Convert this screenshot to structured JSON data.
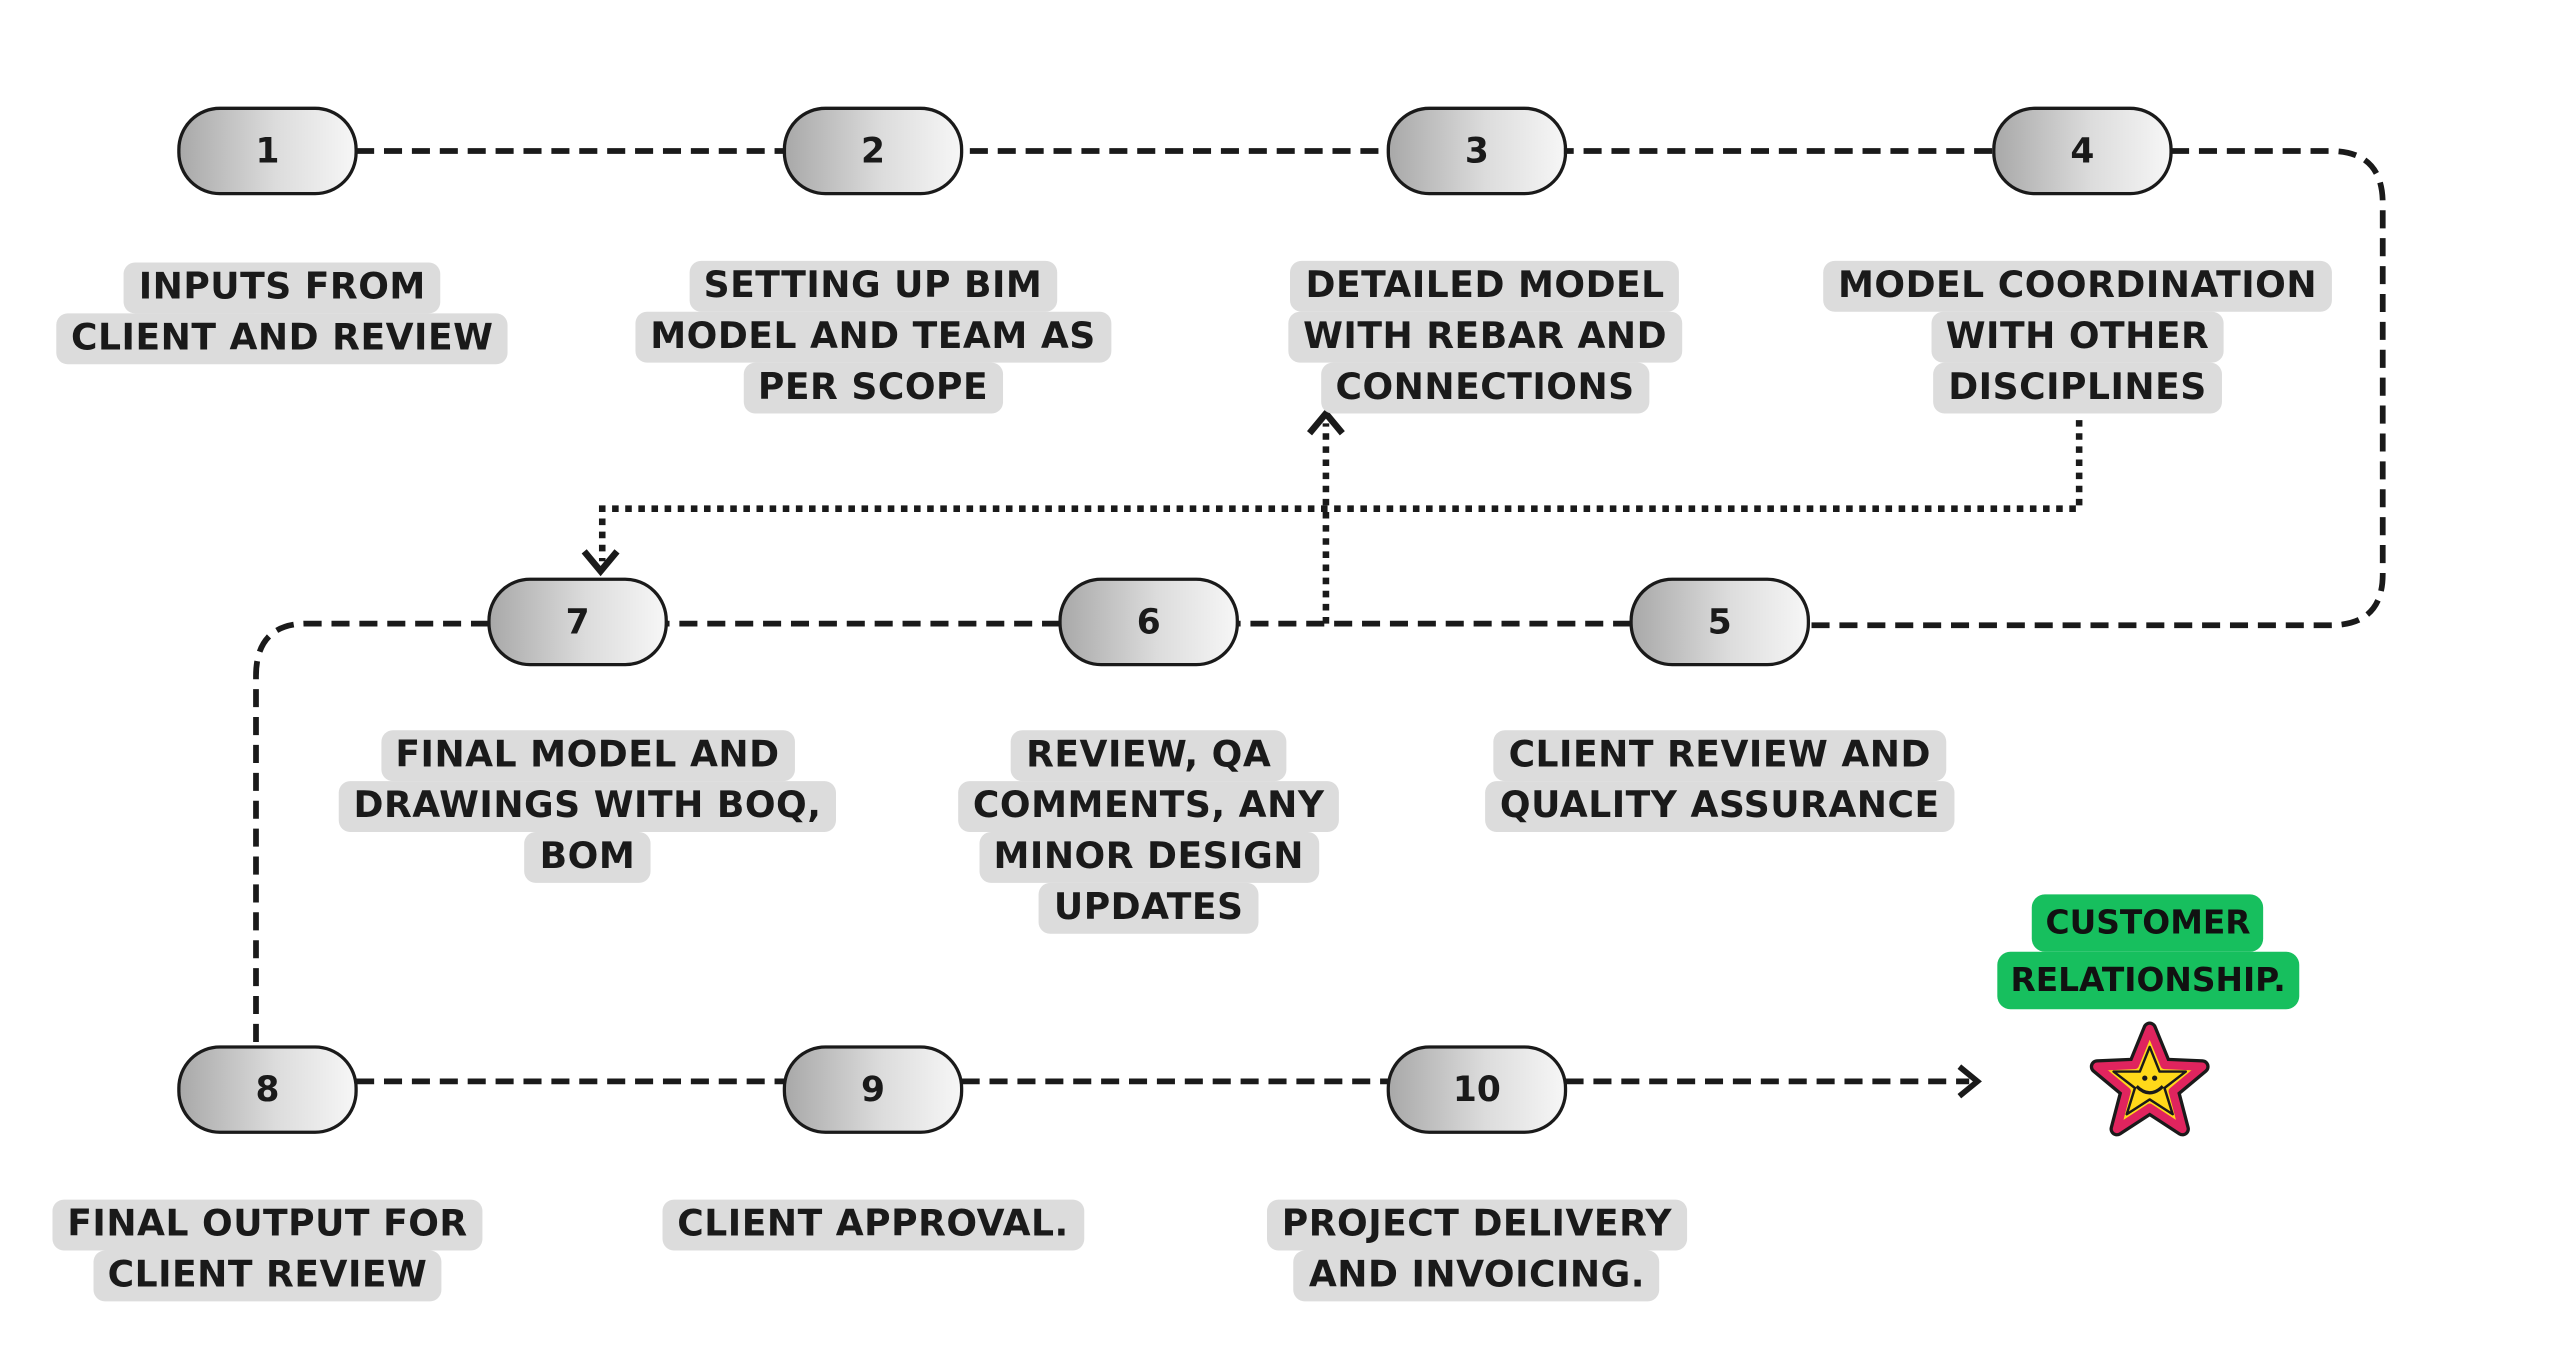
{
  "steps": [
    {
      "number": "1",
      "lines": [
        "INPUTS FROM",
        "CLIENT AND REVIEW"
      ]
    },
    {
      "number": "2",
      "lines": [
        "SETTING UP BIM",
        "MODEL AND TEAM AS",
        "PER SCOPE"
      ]
    },
    {
      "number": "3",
      "lines": [
        "DETAILED MODEL",
        "WITH REBAR AND",
        "CONNECTIONS"
      ]
    },
    {
      "number": "4",
      "lines": [
        "MODEL COORDINATION",
        "WITH OTHER",
        "DISCIPLINES"
      ]
    },
    {
      "number": "5",
      "lines": [
        "CLIENT REVIEW AND",
        "QUALITY ASSURANCE"
      ]
    },
    {
      "number": "6",
      "lines": [
        "REVIEW, QA",
        "COMMENTS, ANY",
        "MINOR DESIGN",
        "UPDATES"
      ]
    },
    {
      "number": "7",
      "lines": [
        "FINAL MODEL AND",
        "DRAWINGS WITH BOQ,",
        "BOM"
      ]
    },
    {
      "number": "8",
      "lines": [
        "FINAL OUTPUT FOR",
        "CLIENT REVIEW"
      ]
    },
    {
      "number": "9",
      "lines": [
        "CLIENT APPROVAL."
      ]
    },
    {
      "number": "10",
      "lines": [
        "PROJECT DELIVERY",
        "AND INVOICING."
      ]
    }
  ],
  "outcome": {
    "lines": [
      "CUSTOMER",
      "RELATIONSHIP."
    ],
    "icon": "smiling-star-icon"
  },
  "colors": {
    "label_bg": "#dcdcdc",
    "outcome_bg": "#17bf5e",
    "star_fill": "#ffd91a",
    "star_outline": "#e0245e"
  }
}
